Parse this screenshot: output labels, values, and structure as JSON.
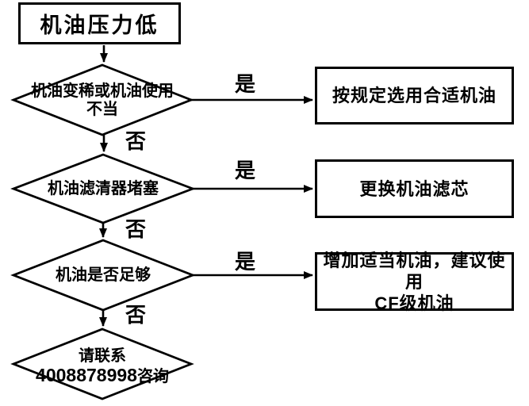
{
  "flowchart": {
    "title_node": {
      "label": "机油压力低"
    },
    "yes_label": "是",
    "no_label": "否",
    "decisions": [
      {
        "line1": "机油变稀或机油使用",
        "line2": "不当"
      },
      {
        "line1": "机油滤清器堵塞"
      },
      {
        "line1": "机油是否足够"
      },
      {
        "line1": "请联系",
        "line2_number": "4008878998",
        "line2_suffix": "咨询"
      }
    ],
    "actions": [
      {
        "label": "按规定选用合适机油"
      },
      {
        "label": "更换机油滤芯"
      },
      {
        "line1": "增加适当机油，建议使用",
        "line2_code": "CF",
        "line2_suffix": "级机油"
      }
    ],
    "colors": {
      "stroke": "#000000",
      "background": "#ffffff"
    }
  }
}
